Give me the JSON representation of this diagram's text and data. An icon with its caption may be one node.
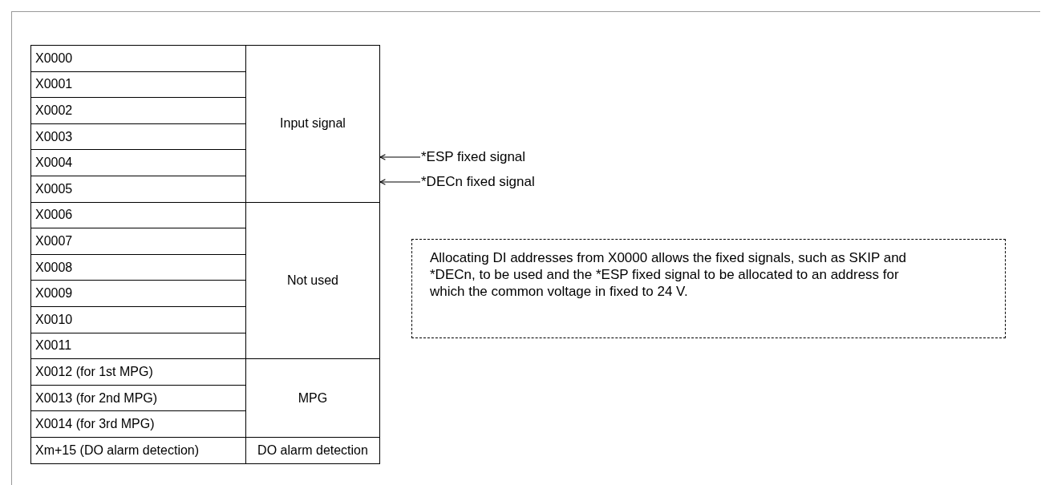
{
  "diagram": {
    "nodes": [
      {
        "text": [
          "Input signal"
        ]
      },
      {
        "text": [
          "Not used"
        ]
      },
      {
        "text": [
          "MPG"
        ]
      },
      {
        "text": [
          "DO alarm detection"
        ]
      },
      {
        "text": [
          "*ESP fixed signal"
        ]
      },
      {
        "text": [
          "*DECn fixed signal"
        ]
      },
      {
        "text": [
          "Allocating DI addresses from X0000 allows the fixed signals, such as SKIP and *DECn, to be used and the *ESP fixed signal to be allocated to an address for which the common voltage in fixed to 24 V."
        ]
      }
    ],
    "edges": [
      {
        "from": 4,
        "to": 0,
        "arrow": "to"
      },
      {
        "from": 5,
        "to": 0,
        "arrow": "to"
      }
    ],
    "labels": [
      "X0000",
      "X0001",
      "X0002",
      "X0003",
      "X0004",
      "X0005",
      "X0006",
      "X0007",
      "X0008",
      "X0009",
      "X0010",
      "X0011",
      "X0012 (for 1st MPG)",
      "X0013 (for 2nd MPG)",
      "X0014 (for 3rd MPG)",
      "Xm+15 (DO alarm detection)"
    ]
  }
}
